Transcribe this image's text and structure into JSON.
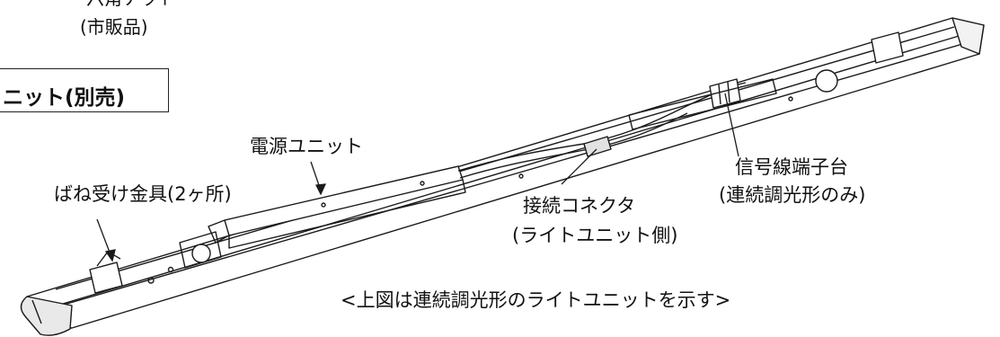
{
  "labels": {
    "nut_line1": "六角ナット",
    "nut_line2": "(市販品)",
    "unit_box": "ニット(別売)",
    "power_unit": "電源ユニット",
    "spring_bracket": "ばね受け金具(2ヶ所)",
    "connector_line1": "接続コネクタ",
    "connector_line2": "(ライトユニット側)",
    "terminal_line1": "信号線端子台",
    "terminal_line2": "(連続調光形のみ)",
    "caption": "<上図は連続調光形のライトユニットを示す>"
  },
  "colors": {
    "line": "#1a1a1a",
    "fill": "#ffffff",
    "shade": "#cfcfcf"
  }
}
